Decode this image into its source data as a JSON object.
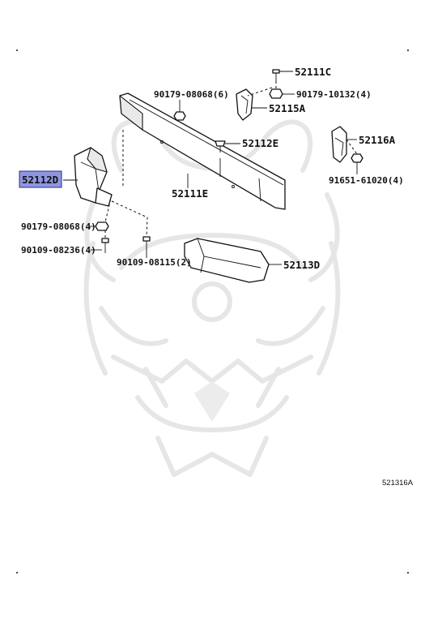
{
  "diagram_code": "521316A",
  "labels": {
    "p52111C": "52111C",
    "p90179_10132": "90179-10132(4)",
    "p90179_08068_top": "90179-08068(6)",
    "p52115A": "52115A",
    "p52112E": "52112E",
    "p52116A": "52116A",
    "p52112D": "52112D",
    "p52111E": "52111E",
    "p91651_61020": "91651-61020(4)",
    "p90179_08068_left": "90179-08068(4)",
    "p90109_08236": "90109-08236(4)",
    "p90109_08115": "90109-08115(2)",
    "p52113D": "52113D"
  },
  "highlight_color": "#8f95e0",
  "icons": {
    "watermark": "samurai-helmet-watermark-icon"
  }
}
